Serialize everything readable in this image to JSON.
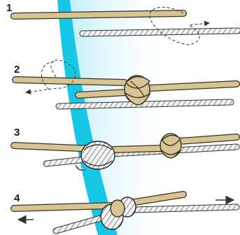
{
  "steps": [
    {
      "number": "1"
    },
    {
      "number": "2"
    },
    {
      "number": "3"
    },
    {
      "number": "4"
    }
  ],
  "colors": {
    "rope_tan": "#d8c394",
    "rope_outline": "#3a3220",
    "rope_white": "#f2f2f2",
    "stripe_cyan": "#17c8e6",
    "background": "#ffffff"
  },
  "icons": [
    "dashed-motion-arrow-icon",
    "pull-arrow-left-icon",
    "pull-arrow-right-icon"
  ]
}
